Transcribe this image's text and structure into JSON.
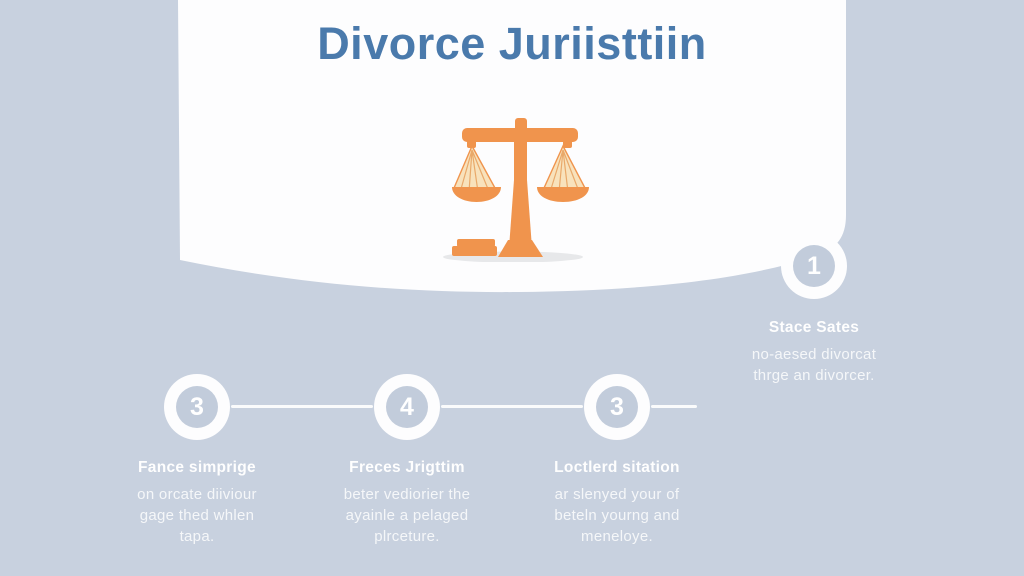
{
  "page": {
    "title": "Divorce Juriisttiin"
  },
  "hero": {
    "icon": "scales-of-justice"
  },
  "colors": {
    "bg": "#c8d1df",
    "card": "#fdfdfe",
    "title": "#4a7aac",
    "orange": "#f0944d",
    "pan": "#f8e2bc",
    "panline": "#e9a96a",
    "disc": "#c2ccdb",
    "shadow": "#e7e8ea"
  },
  "steps": [
    {
      "number": "1",
      "heading": "Stace Sates",
      "lines": [
        "no-aesed divorcat",
        "thrge an divorcer.",
        ""
      ]
    },
    {
      "number": "3",
      "heading": "Fance simprige",
      "lines": [
        "on orcate diiviour",
        "gage thed whlen",
        "tapa."
      ]
    },
    {
      "number": "4",
      "heading": "Freces Jrigttim",
      "lines": [
        "beter vediorier the",
        "ayainle a pelaged",
        "plrceture."
      ]
    },
    {
      "number": "3",
      "heading": "Loctlerd sitation",
      "lines": [
        "ar slenyed your of",
        "beteln yourng and",
        "meneloye."
      ]
    }
  ]
}
